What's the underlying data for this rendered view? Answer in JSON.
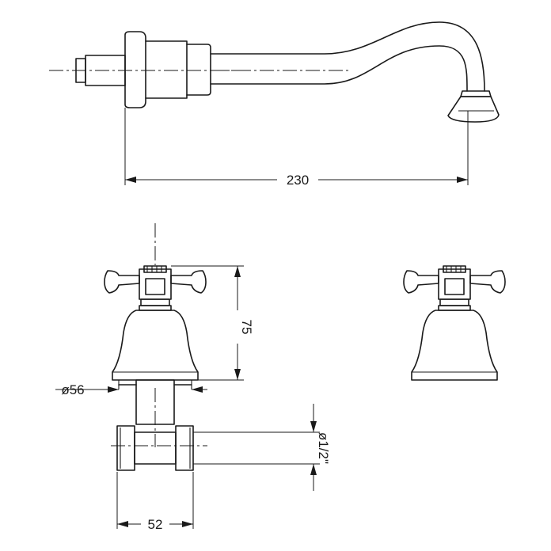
{
  "dimensions": {
    "spout_length": "230",
    "handle_height": "75",
    "escutcheon_diameter": "ø56",
    "pipe_thread": "ø1/2\"",
    "body_width": "52"
  }
}
